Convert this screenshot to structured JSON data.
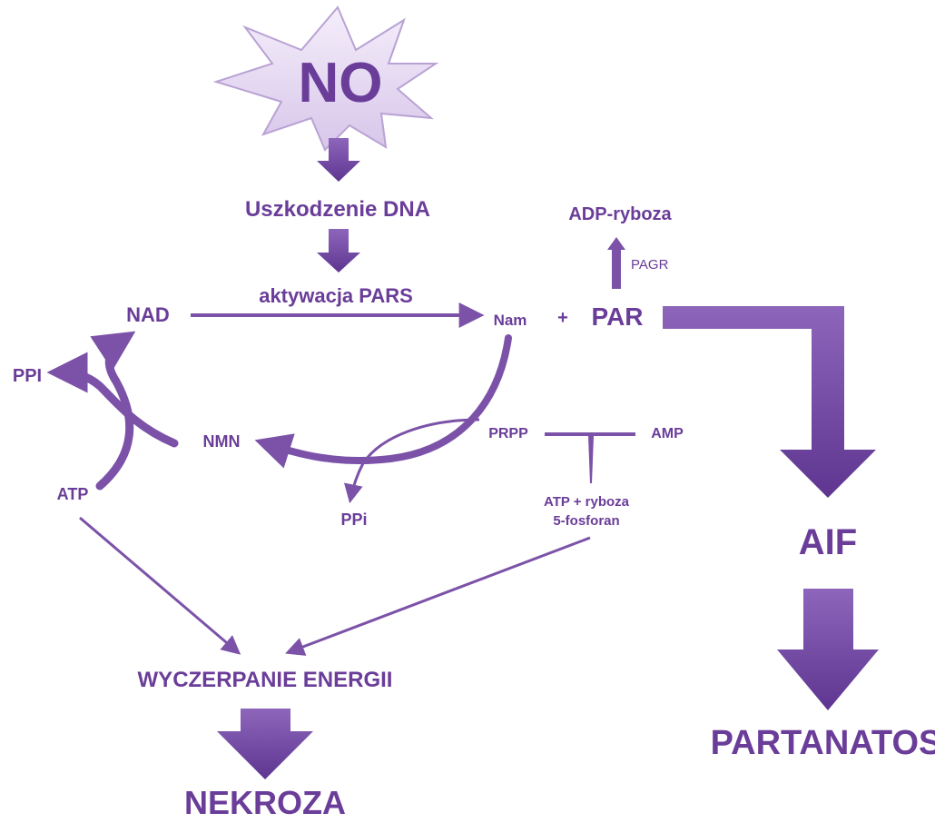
{
  "colors": {
    "primary": "#6a3d99",
    "light": "#e8ddf3",
    "arrow": "#7b52a8"
  },
  "diagram": {
    "no_label": "NO",
    "dna_damage": "Uszkodzenie DNA",
    "pars_activation": "aktywacja PARS",
    "nad": "NAD",
    "nam": "Nam",
    "plus": "+",
    "par": "PAR",
    "adp_ribose": "ADP-ryboza",
    "pagr": "PAGR",
    "ppi_left": "PPI",
    "nmn": "NMN",
    "atp": "ATP",
    "ppi_center": "PPi",
    "prpp": "PRPP",
    "amp": "AMP",
    "atp_ribose_line1": "ATP + ryboza",
    "atp_ribose_line2": "5-fosforan",
    "energy_depletion": "WYCZERPANIE ENERGII",
    "necrosis": "NEKROZA",
    "aif": "AIF",
    "parthanatos": "PARTANATOS"
  }
}
